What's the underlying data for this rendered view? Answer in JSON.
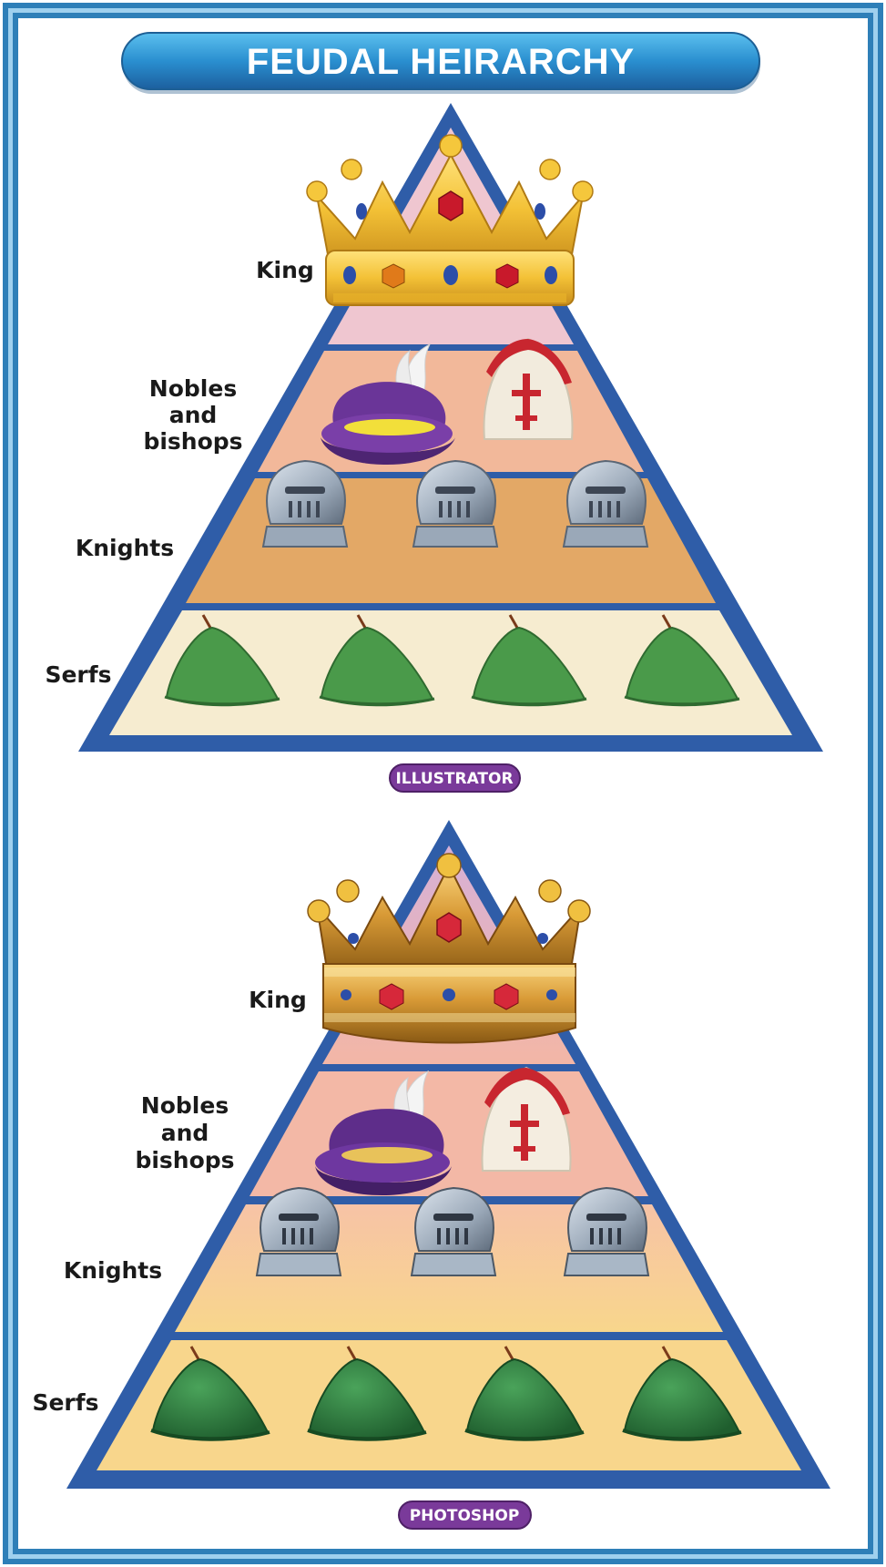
{
  "header": {
    "title": "FEUDAL HEIRARCHY"
  },
  "diagrams": [
    {
      "badge": "ILLUSTRATOR",
      "tiers": [
        {
          "label_lines": [
            "King"
          ],
          "icon": "crown-icon",
          "count": 1
        },
        {
          "label_lines": [
            "Nobles",
            "and",
            "bishops"
          ],
          "icon": "noble-hat-and-mitre-icon",
          "count": 2
        },
        {
          "label_lines": [
            "Knights"
          ],
          "icon": "knight-helmet-icon",
          "count": 3
        },
        {
          "label_lines": [
            "Serfs"
          ],
          "icon": "serf-cap-icon",
          "count": 4
        }
      ]
    },
    {
      "badge": "PHOTOSHOP",
      "tiers": [
        {
          "label_lines": [
            "King"
          ],
          "icon": "crown-icon",
          "count": 1
        },
        {
          "label_lines": [
            "Nobles",
            "and",
            "bishops"
          ],
          "icon": "noble-hat-and-mitre-icon",
          "count": 2
        },
        {
          "label_lines": [
            "Knights"
          ],
          "icon": "knight-helmet-icon",
          "count": 3
        },
        {
          "label_lines": [
            "Serfs"
          ],
          "icon": "serf-cap-icon",
          "count": 4
        }
      ]
    }
  ],
  "colors": {
    "frame": "#2e7fb8",
    "pyramid_border": "#2f5da8",
    "title_bar": "#2a8fd0",
    "badge": "#7a3a9a",
    "serfs_tier": "#f6ecd0",
    "knights_tier": "#e3a866",
    "nobles_tier": "#f2b89a",
    "king_tier": "#f0c8c8"
  }
}
